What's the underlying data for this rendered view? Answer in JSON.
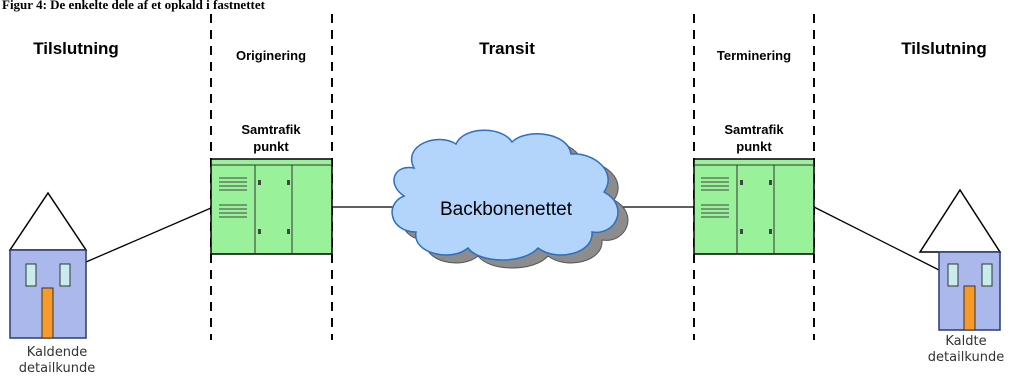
{
  "caption": "Figur 4: De enkelte dele af et opkald i fastnettet",
  "zones": {
    "left_access": "Tilslutning",
    "origination": "Originering",
    "transit": "Transit",
    "termination": "Terminering",
    "right_access": "Tilslutning"
  },
  "left_interconnect": {
    "line1": "Samtrafik",
    "line2": "punkt"
  },
  "right_interconnect": {
    "line1": "Samtrafik",
    "line2": "punkt"
  },
  "cloud_label": "Backbonenettet",
  "left_customer": {
    "line1": "Kaldende",
    "line2": "detailkunde"
  },
  "right_customer": {
    "line1": "Kaldte",
    "line2": "detailkunde"
  },
  "colors": {
    "equipment": "#99f299",
    "cloud": "#b3d5fc",
    "cloud_shadow": "#8c8c8c",
    "house_body": "#aab8ec",
    "window": "#c8ecec",
    "door": "#f79a2a"
  }
}
